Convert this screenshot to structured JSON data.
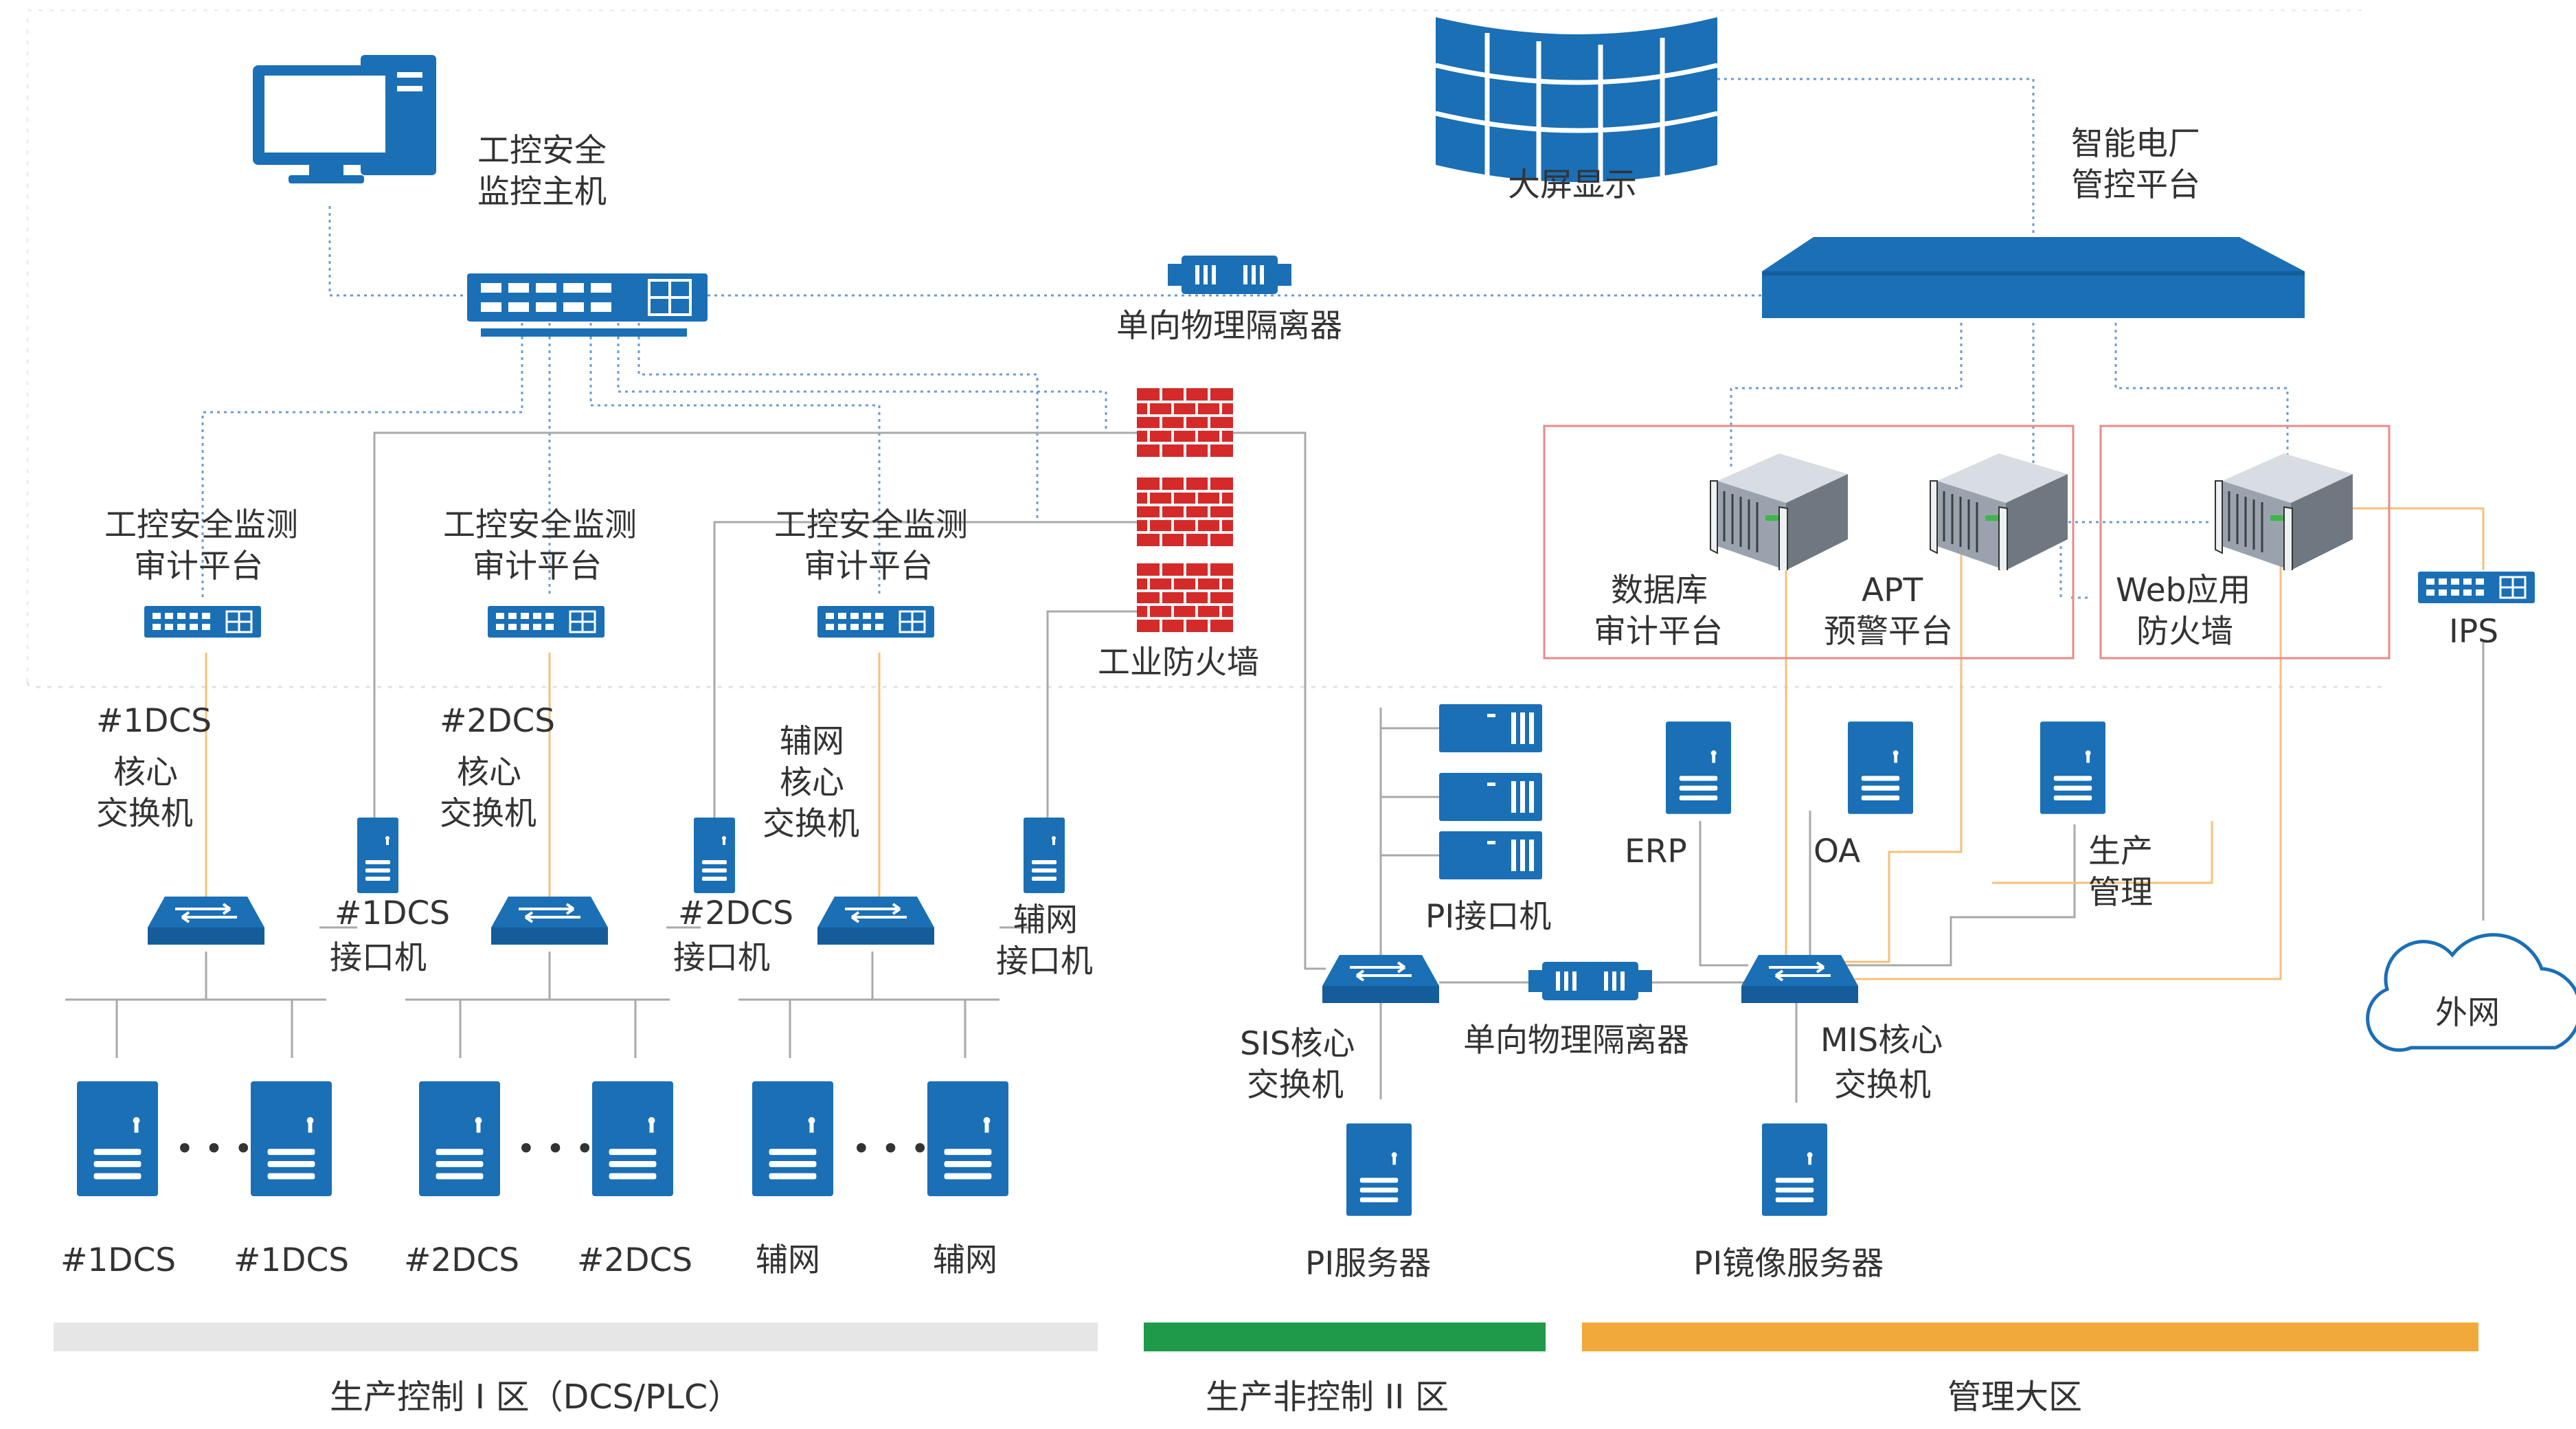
{
  "colors": {
    "device_blue": "#1a6fb5",
    "device_light": "#ffffff",
    "firewall_red": "#d42a2a",
    "line_gray": "#a9a9a9",
    "line_dotted_blue": "#6b9bd1",
    "line_orange": "#f5c07a",
    "zone_red_box": "#e88a8a",
    "zone1": "#e6e6e6",
    "zone2": "#1f9a4a",
    "zone3": "#f2a93b"
  },
  "labels": {
    "ics_host_l1": "工控安全",
    "ics_host_l2": "监控主机",
    "big_screen": "大屏显示",
    "smart_plant_l1": "智能电厂",
    "smart_plant_l2": "管控平台",
    "isolator_top": "单向物理隔离器",
    "audit_l1": "工控安全监测",
    "audit_l2": "审计平台",
    "firewall": "工业防火墙",
    "db_audit_l1": "数据库",
    "db_audit_l2": "审计平台",
    "apt_l1": "APT",
    "apt_l2": "预警平台",
    "waf_l1": "Web应用",
    "waf_l2": "防火墙",
    "ips": "IPS",
    "dcs1_tag": "#1DCS",
    "dcs2_tag": "#2DCS",
    "core_l1": "核心",
    "core_l2": "交换机",
    "aux_l1": "辅网",
    "aux_l2": "核心",
    "aux_l3": "交换机",
    "if1_l1": "#1DCS",
    "if2_l1": "#2DCS",
    "if3_l1": "辅网",
    "if_l2": "接口机",
    "pi_interface": "PI接口机",
    "erp": "ERP",
    "oa": "OA",
    "prod_l1": "生产",
    "prod_l2": "管理",
    "sis_l1": "SIS核心",
    "sis_l2": "交换机",
    "isolator_mid": "单向物理隔离器",
    "mis_l1": "MIS核心",
    "mis_l2": "交换机",
    "internet": "外网",
    "pi_server": "PI服务器",
    "pi_mirror": "PI镜像服务器",
    "dcs1a": "#1DCS",
    "dcs1b": "#1DCS",
    "dcs2a": "#2DCS",
    "dcs2b": "#2DCS",
    "aux_a": "辅网",
    "aux_b": "辅网",
    "ellipsis": "• • •"
  },
  "zones": [
    {
      "label": "生产控制 I 区（DCS/PLC）",
      "color": "#e6e6e6"
    },
    {
      "label": "生产非控制 II 区",
      "color": "#1f9a4a"
    },
    {
      "label": "管理大区",
      "color": "#f2a93b"
    }
  ]
}
